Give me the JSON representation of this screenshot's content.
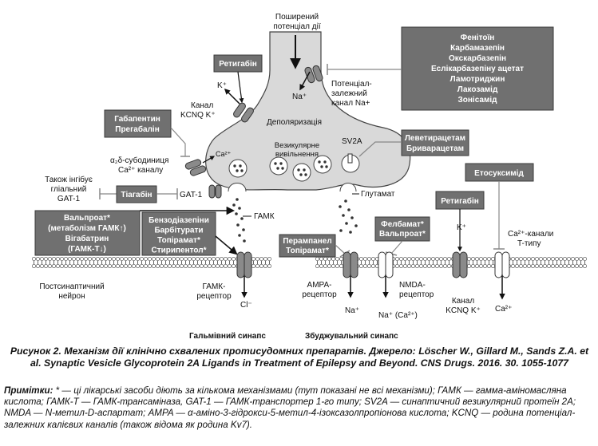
{
  "figure": {
    "top_label": [
      "Поширений",
      "потенціал дії"
    ],
    "na_plus": "Na⁺",
    "depolarization": "Деполяризація",
    "vesicle_release": [
      "Везикулярне",
      "вивільнення"
    ],
    "sv2a": "SV2A",
    "ca2": "Ca²⁺",
    "k_plus": "K⁺",
    "kcnq_channel": [
      "Канал",
      "KCNQ K⁺"
    ],
    "na_channel": [
      "Потенціал-",
      "залежний",
      "канал Na+"
    ],
    "a2d": [
      "α₂δ-субодиниця",
      "Ca²⁺ каналу"
    ],
    "gat1": "GAT-1",
    "also_inhibits": [
      "Також інгібує",
      "гліальний",
      "GAT-1"
    ],
    "gaba": "ГАМК",
    "glutamate": "Глутамат",
    "t_channels": [
      "Ca²⁺-канали",
      "T-типу"
    ],
    "postsyn": [
      "Постсинаптичний",
      "нейрон"
    ],
    "gaba_receptor": [
      "ГАМК-",
      "рецептор"
    ],
    "cl": "Cl⁻",
    "ampa_receptor": [
      "AMPA-",
      "рецептор"
    ],
    "nmda_receptor": [
      "NMDA-",
      "рецептор"
    ],
    "na_out": "Na⁺",
    "na_ca_out": "Na⁺ (Ca²⁺)",
    "kcnq_post": [
      "Канал",
      "KCNQ K⁺"
    ],
    "k_plus_post": "K⁺",
    "ca_post": "Ca²⁺",
    "inhib_synapse": "Гальмівний синапс",
    "excit_synapse": "Збуджувальний синапс"
  },
  "drug_boxes": {
    "retigabine_top": [
      "Ретигабін"
    ],
    "na_blockers": [
      "Фенітоїн",
      "Карбамазепін",
      "Окскарбазепін",
      "Еслікарбазепіну ацетат",
      "Ламотриджин",
      "Лакозамід",
      "Зонісамід"
    ],
    "gabapentin": [
      "Габапентин",
      "Прегабалін"
    ],
    "levetiracetam": [
      "Леветирацетам",
      "Бриварацетам"
    ],
    "tiagabine": [
      "Тіагабін"
    ],
    "ethosuximide": [
      "Етосуксимід"
    ],
    "valproate": [
      "Вальпроат*",
      "(метаболізм ГАМК↑)",
      "Вігабатрин",
      "(ГАМК-Т↓)"
    ],
    "benzo": [
      "Бензодіазепіни",
      "Барбітурати",
      "Топірамат*",
      "Стирипентол*"
    ],
    "felbamate": [
      "Фелбамат*",
      "Вальпроат*"
    ],
    "perampanel": [
      "Перампанел",
      "Топірамат*"
    ],
    "retigabine_post": [
      "Ретигабін"
    ]
  },
  "caption": "Рисунок 2. Механізм дії клінічно схвалених протисудомних препаратів. Джерело: Löscher W., Gillard M., Sands Z.A. et al. Synaptic Vesicle Glycoprotein 2A Ligands in Treatment of Epilepsy and Beyond. CNS Drugs. 2016. 30. 1055-1077",
  "notes_lead": "Примітки:",
  "notes_text": " * — ці лікарські засоби діють за кількома механізмами (тут показані не всі механізми); ГАМК — гамма-аміномасляна кислота; ГАМК-Т — ГАМК-трансаміназа, GAT-1 — ГАМК-транспортер 1-го типу; SV2A — синаптичний везикулярний протеїн 2A; NMDA — N-метил-D-аспартат; AMPA — α-аміно-3-гідрокси-5-метил-4-ізоксазолпропіонова кислота; KCNQ — родина потенціал-залежних калієвих каналів (також відома як родина Kv7).",
  "colors": {
    "box_fill": "#707070",
    "box_stroke": "#3a3a3a",
    "neuron_fill": "#d9d9d9",
    "membrane": "#555555"
  }
}
